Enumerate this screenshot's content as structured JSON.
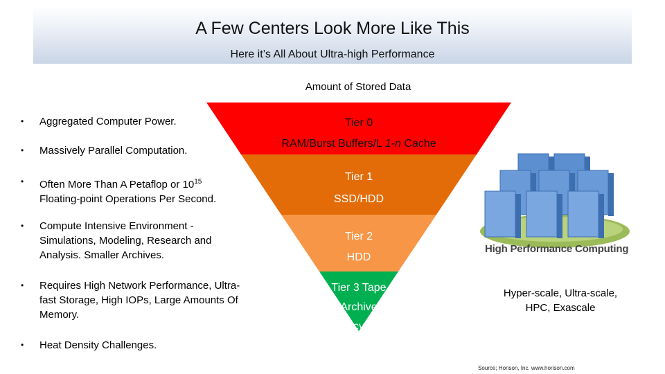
{
  "header": {
    "title": "A Few Centers Look More Like This",
    "subtitle": "Here it’s All About Ultra-high Performance"
  },
  "funnel_label": "Amount of Stored Data",
  "bullets": [
    "Aggregated Computer Power.",
    "Massively Parallel Computation.",
    {
      "text": "Often More Than A Petaflop or 10",
      "sup": "15",
      "text2": "Floating-point Operations Per Second."
    },
    "Compute Intensive Environment - Simulations, Modeling, Research and Analysis. Smaller Archives.",
    "Requires High Network Performance, Ultra-fast Storage, High IOPs, Large Amounts Of Memory.",
    "Heat Density Challenges."
  ],
  "bullet_symbol": "•",
  "tiers": [
    {
      "line1": "Tier 0",
      "line2_pre": "RAM/Burst Buffers/L ",
      "line2_em": "1-n",
      "line2_post": " Cache",
      "color": "#ff0000"
    },
    {
      "line1": "Tier 1",
      "line2": "SSD/HDD",
      "color": "#e36c09"
    },
    {
      "line1": "Tier 2",
      "line2": "HDD",
      "color": "#f79646"
    },
    {
      "line1": "Tier 3 Tape",
      "line2": "Archive",
      "line3": "cy",
      "color": "#00b050"
    }
  ],
  "hpc_image": {
    "label": "High Performance Computing",
    "server_color": "#5b8fd0",
    "disc_color": "#9bbb59"
  },
  "scale_text": [
    "Hyper-scale, Ultra-scale,",
    "HPC, Exascale"
  ],
  "source": "Source; Horison, Inc. www.horison.com"
}
